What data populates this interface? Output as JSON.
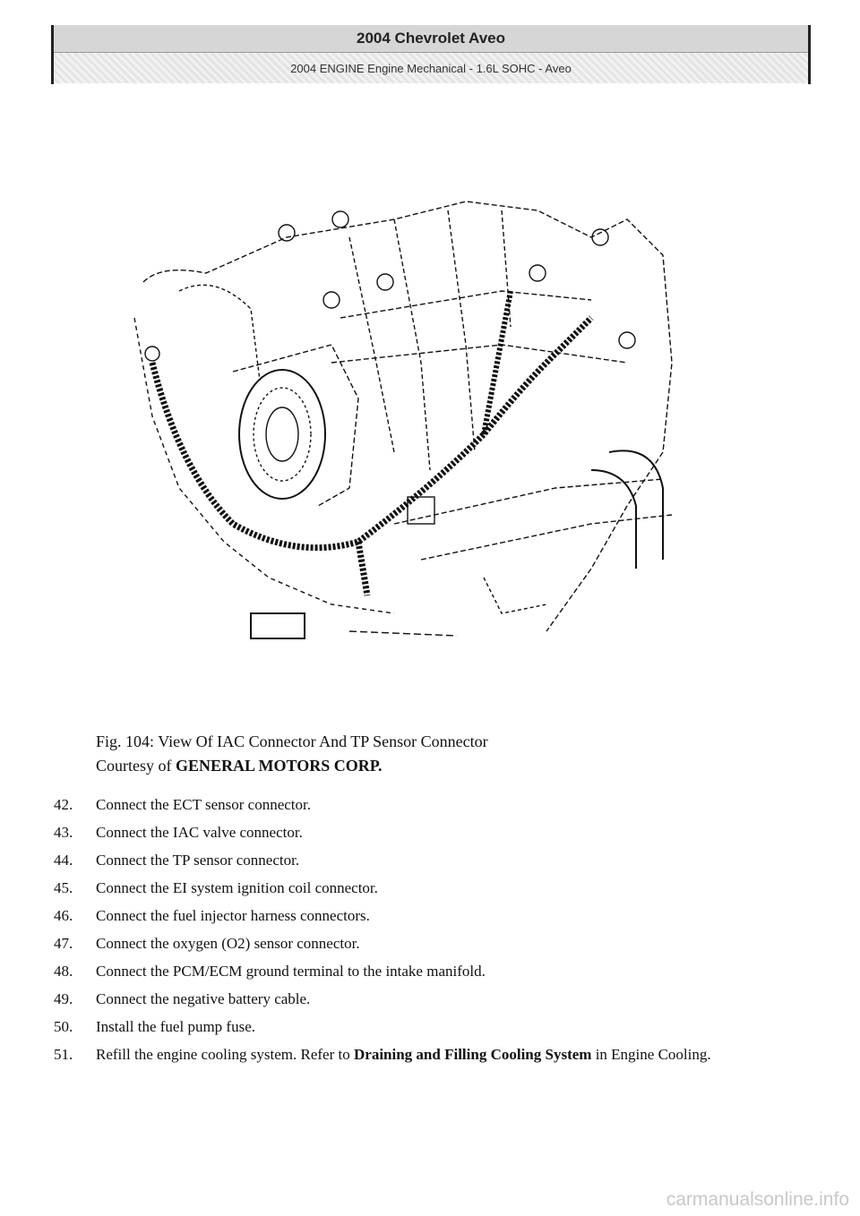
{
  "header": {
    "title": "2004 Chevrolet Aveo",
    "subtitle": "2004 ENGINE Engine Mechanical - 1.6L SOHC - Aveo"
  },
  "figure": {
    "caption": "Fig. 104: View Of IAC Connector And TP Sensor Connector",
    "courtesy_prefix": "Courtesy of ",
    "courtesy_org": "GENERAL MOTORS CORP."
  },
  "steps": [
    {
      "num": "42.",
      "text": "Connect the ECT sensor connector."
    },
    {
      "num": "43.",
      "text": "Connect the IAC valve connector."
    },
    {
      "num": "44.",
      "text": "Connect the TP sensor connector."
    },
    {
      "num": "45.",
      "text": "Connect the EI system ignition coil connector."
    },
    {
      "num": "46.",
      "text": "Connect the fuel injector harness connectors."
    },
    {
      "num": "47.",
      "text": "Connect the oxygen (O2) sensor connector."
    },
    {
      "num": "48.",
      "text": "Connect the PCM/ECM ground terminal to the intake manifold."
    },
    {
      "num": "49.",
      "text": "Connect the negative battery cable."
    },
    {
      "num": "50.",
      "text": "Install the fuel pump fuse."
    },
    {
      "num": "51.",
      "text": "Refill the engine cooling system. Refer to ",
      "ref": "Draining and Filling Cooling System",
      "suffix": " in Engine Cooling."
    }
  ],
  "watermark": "carmanualsonline.info"
}
